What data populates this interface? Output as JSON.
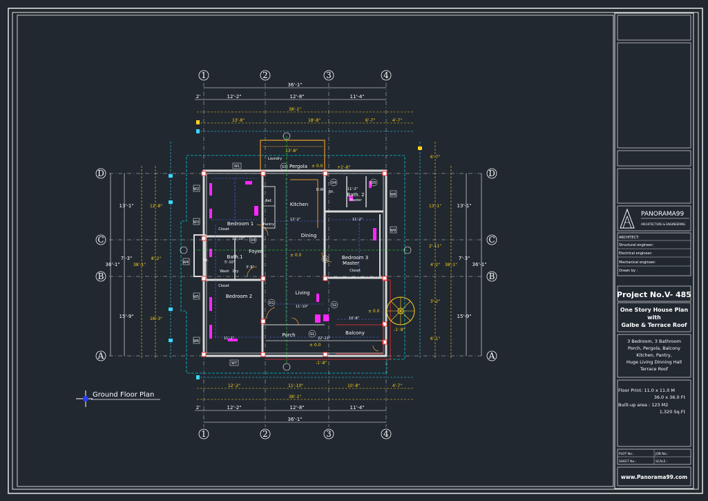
{
  "drawing": {
    "title": "Ground Floor Plan",
    "grid_columns": [
      "1",
      "2",
      "3",
      "4"
    ],
    "grid_rows": [
      "D",
      "C",
      "B",
      "A"
    ],
    "top_dims": {
      "overall": "36'-1\"",
      "offset": "2'",
      "segments": [
        "12'-2\"",
        "12'-8\"",
        "11'-4\""
      ],
      "yellow_total": "38'-1\"",
      "yellow_segments": [
        "13'-8\"",
        "18'-8\"",
        "6'-7\"",
        "4'-7\""
      ]
    },
    "bottom_dims": {
      "overall": "36'-1\"",
      "offset": "2'",
      "segments": [
        "12'-2\"",
        "12'-8\"",
        "11'-4\""
      ],
      "yellow_total": "38'-1\"",
      "yellow_segments": [
        "12'-2\"",
        "11'-10\"",
        "10'-8\"",
        "4'-7\""
      ]
    },
    "left_dims": {
      "overall": "36'-1\"",
      "yellow_total": "38'-1\"",
      "segments": [
        "13'-1\"",
        "7'-3\"",
        "15'-9\""
      ],
      "yellow_segments": [
        "12'-8\"",
        "8'-2\"",
        "16'-3\""
      ]
    },
    "right_dims": {
      "overall": "36'-1\"",
      "yellow_total": "38'-1\"",
      "segments": [
        "13'-1\"",
        "7'-3\"",
        "15'-9\""
      ],
      "yellow_segments": [
        "6'-7\"",
        "13'-1\"",
        "2'-11\"",
        "4'-2\"",
        "3'-2\"",
        "6'-1\""
      ]
    },
    "rooms": {
      "pergola": "Pergola",
      "laundry": "Laundry",
      "kitchen": "Kitchen",
      "dining": "Dining",
      "bedroom1": "Bedroom 1",
      "bedroom2": "Bedroom 2",
      "bedroom3": "Bedroom 3",
      "master": "Master",
      "bath1": "Bath.1",
      "bath2": "Bath. 2",
      "master_small": "Master",
      "foyer": "Foyer",
      "living": "Living",
      "porch": "Porch",
      "balcony": "Balcony",
      "closet": "Closet",
      "pantry": "Pantry",
      "ref": "Ref.",
      "dw": "D.W",
      "sh": "Sh.",
      "wash": "Wash",
      "dry": "Dry"
    },
    "levels": [
      "± 0.0",
      "± 0.0",
      "± 0.0",
      "± 0.0",
      "+1'-8\"",
      "-1'-8\"",
      "-1'-8\""
    ],
    "tags": [
      "W1",
      "W2",
      "W3",
      "W4",
      "W5",
      "W6",
      "W7",
      "W8",
      "W9",
      "S1",
      "S2",
      "S3",
      "D1",
      "D2",
      "D3",
      "D4",
      "D5"
    ]
  },
  "title_block": {
    "brand": "PANORAMA99",
    "brand_sub": "ARCHITECTURE & ENGINEERING",
    "fields": [
      "ARCHITECT:",
      "Structural engineer:",
      "Electrical engineer:",
      "Mechanical engineer:",
      "Drawn by :"
    ],
    "project_no": "Project No.V- 485",
    "plan_title_1": "One Story House Plan",
    "plan_title_2": "with",
    "plan_title_3": "Galbe & Terrace Roof",
    "desc_1": "3 Bedroom, 3 Bathroom",
    "desc_2": "Porch, Pergola, Balcony",
    "desc_3": "Kitchen, Pantry,",
    "desc_4": "Huge Living Dinning Hall",
    "desc_5": "Terrace Roof",
    "floor_print_1": "Floor Print: 11.0 x 11.0 M",
    "floor_print_2": "36.0 x 36.0 Ft",
    "builtup_1": "Built-up area : 123 M2",
    "builtup_2": "1,320 Sq.Ft",
    "plot_no": "PLOT No.:",
    "job_no": "JOB No.:",
    "sheet_no": "SHEET No.:",
    "scale": "SCALE :",
    "website": "www.Panorama99.com"
  },
  "colors": {
    "background": "#212830",
    "frame": "#e6e6e6",
    "wall": "#d9d9d9",
    "dim_yellow": "#ffd21c",
    "dim_cyan": "#3ad6ff",
    "furniture_magenta": "#ff27ff",
    "stair_yellow": "#ffd21c",
    "balcony_red": "#ff3030",
    "terrace_cyan": "#00c8d8",
    "pergola_orange": "#e59a2e",
    "section_green": "#39e23a",
    "blue_hidden": "#5a6bff"
  }
}
